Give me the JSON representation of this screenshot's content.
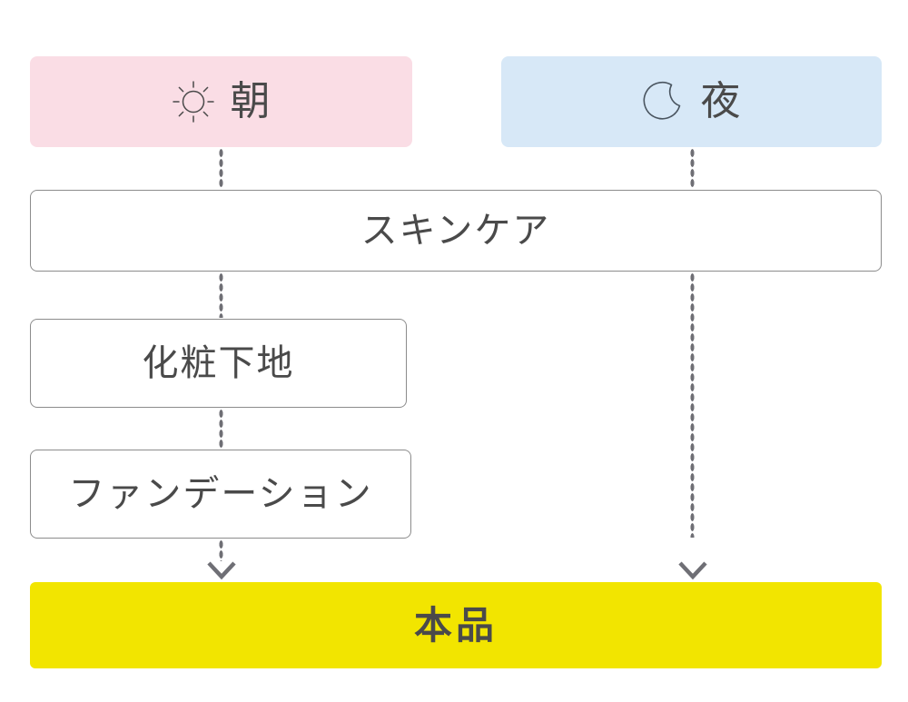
{
  "diagram": {
    "title": "skincare routine flow",
    "colors": {
      "morning_bg": "#fadde5",
      "night_bg": "#d7e8f7",
      "product_bg": "#f2e500",
      "text": "#4a4a4a",
      "border": "#8c8c8c",
      "connector": "#6f6f75"
    },
    "nodes": {
      "morning": {
        "label": "朝",
        "icon": "sun-icon"
      },
      "night": {
        "label": "夜",
        "icon": "moon-icon"
      },
      "skincare": {
        "label": "スキンケア"
      },
      "makeup_base": {
        "label": "化粧下地"
      },
      "foundation": {
        "label": "ファンデーション"
      },
      "product": {
        "label": "本品"
      }
    },
    "arrows": {
      "morning_to_product": "chevron-down-icon",
      "night_to_product": "chevron-down-icon"
    }
  }
}
